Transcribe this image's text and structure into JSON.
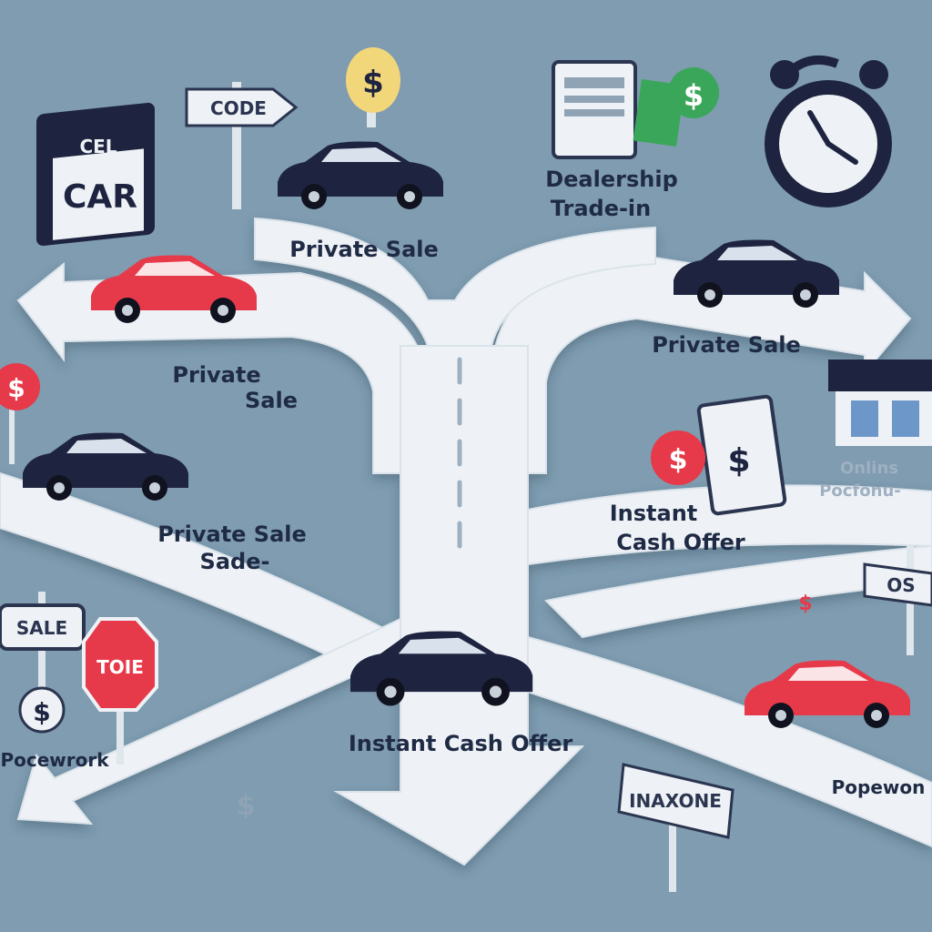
{
  "labels": {
    "private_sale_top": "Private Sale",
    "dealership_line1": "Dealership",
    "dealership_line2": "Trade-in",
    "private_sale_left": "Private",
    "private_sale_left_2": "Sale",
    "private_sale_right": "Private Sale",
    "private_sale_lower_left": "Private Sale",
    "private_sale_lower_left_2": "Sade-",
    "instant_cash_right_1": "Instant",
    "instant_cash_right_2": "Cash Offer",
    "instant_cash_center": "Instant Cash Offer",
    "online_platform_1": "Onlins",
    "online_platform_2": "Pocfonu-",
    "paperwork_left": "Pocewrork",
    "paperwork_right": "Popewon"
  },
  "signs": {
    "code": "CODE",
    "cel": "CEL",
    "car": "CAR",
    "sale": "SALE",
    "toie": "TOIE",
    "sign_right": "OS",
    "sign_bottom": "INAXONE"
  },
  "icons": {
    "dollar": "$"
  },
  "colors": {
    "background": "#7f9cb0",
    "road": "#eef2f6",
    "car_dark": "#1e2440",
    "car_red": "#e63a4a",
    "money_green": "#3aa65a",
    "text": "#1f2a44"
  }
}
